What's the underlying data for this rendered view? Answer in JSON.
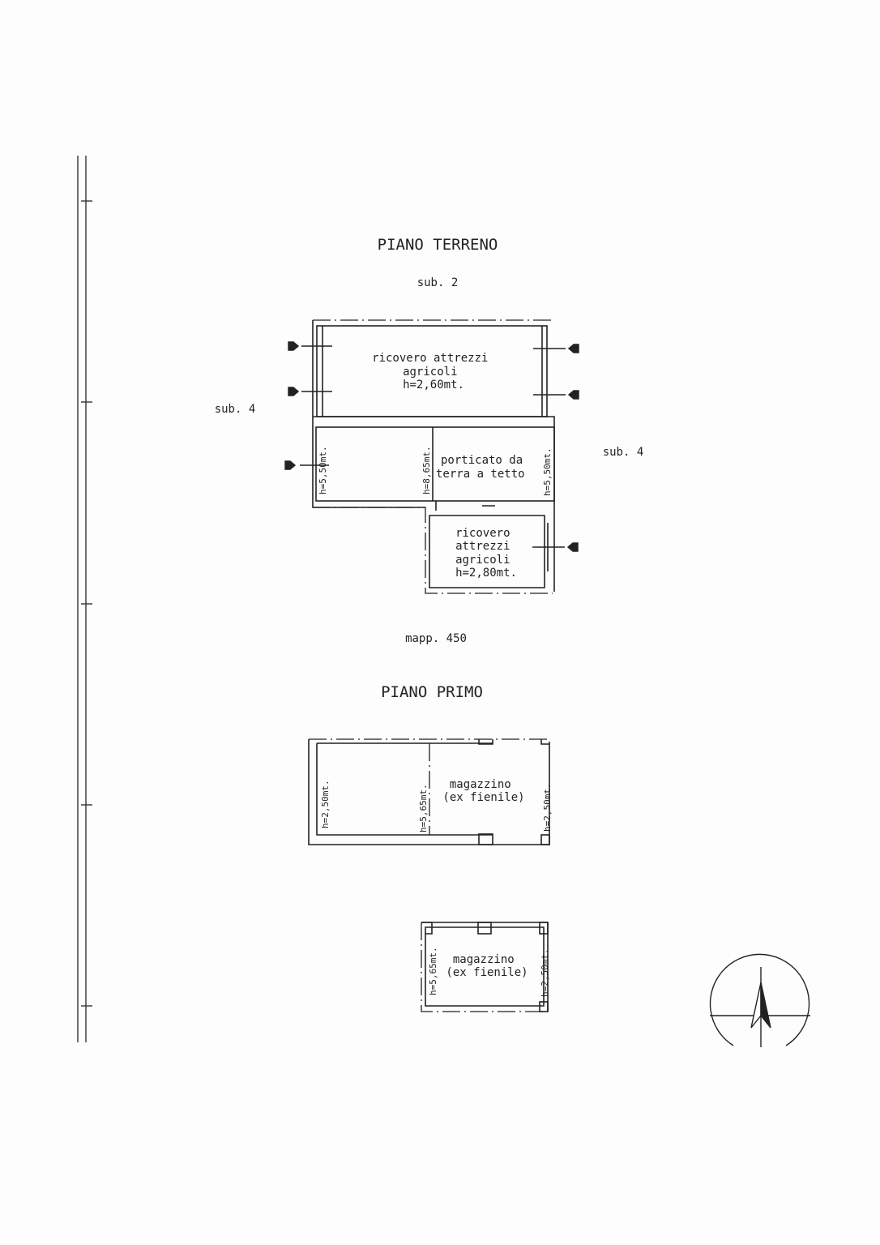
{
  "ground_floor": {
    "title": "PIANO TERRENO",
    "sub_top": "sub. 2",
    "sub_left": "sub. 4",
    "sub_right": "sub. 4",
    "room1": [
      "ricovero attrezzi",
      "agricoli",
      "h=2,60mt."
    ],
    "left_height": "h=5,50mt.",
    "mid_height": "h=8,65mt.",
    "right_height": "h=5,50mt.",
    "porch": [
      "porticato da",
      "terra a tetto"
    ],
    "room2": [
      "ricovero",
      "attrezzi",
      "agricoli",
      "h=2,80mt."
    ],
    "parcel": "mapp. 450"
  },
  "first_floor": {
    "title": "PIANO PRIMO",
    "left_height": "h=2,50mt.",
    "mid_height": "h=5,65mt.",
    "right_height": "h=2,50mt.",
    "room": [
      "magazzino",
      "(ex fienile)"
    ],
    "room2": [
      "magazzino",
      "(ex fienile)"
    ],
    "room2_left_height": "h=5,65mt.",
    "room2_right_height": "h=2,50mt."
  },
  "compass": {
    "icon": "north-arrow-icon"
  }
}
